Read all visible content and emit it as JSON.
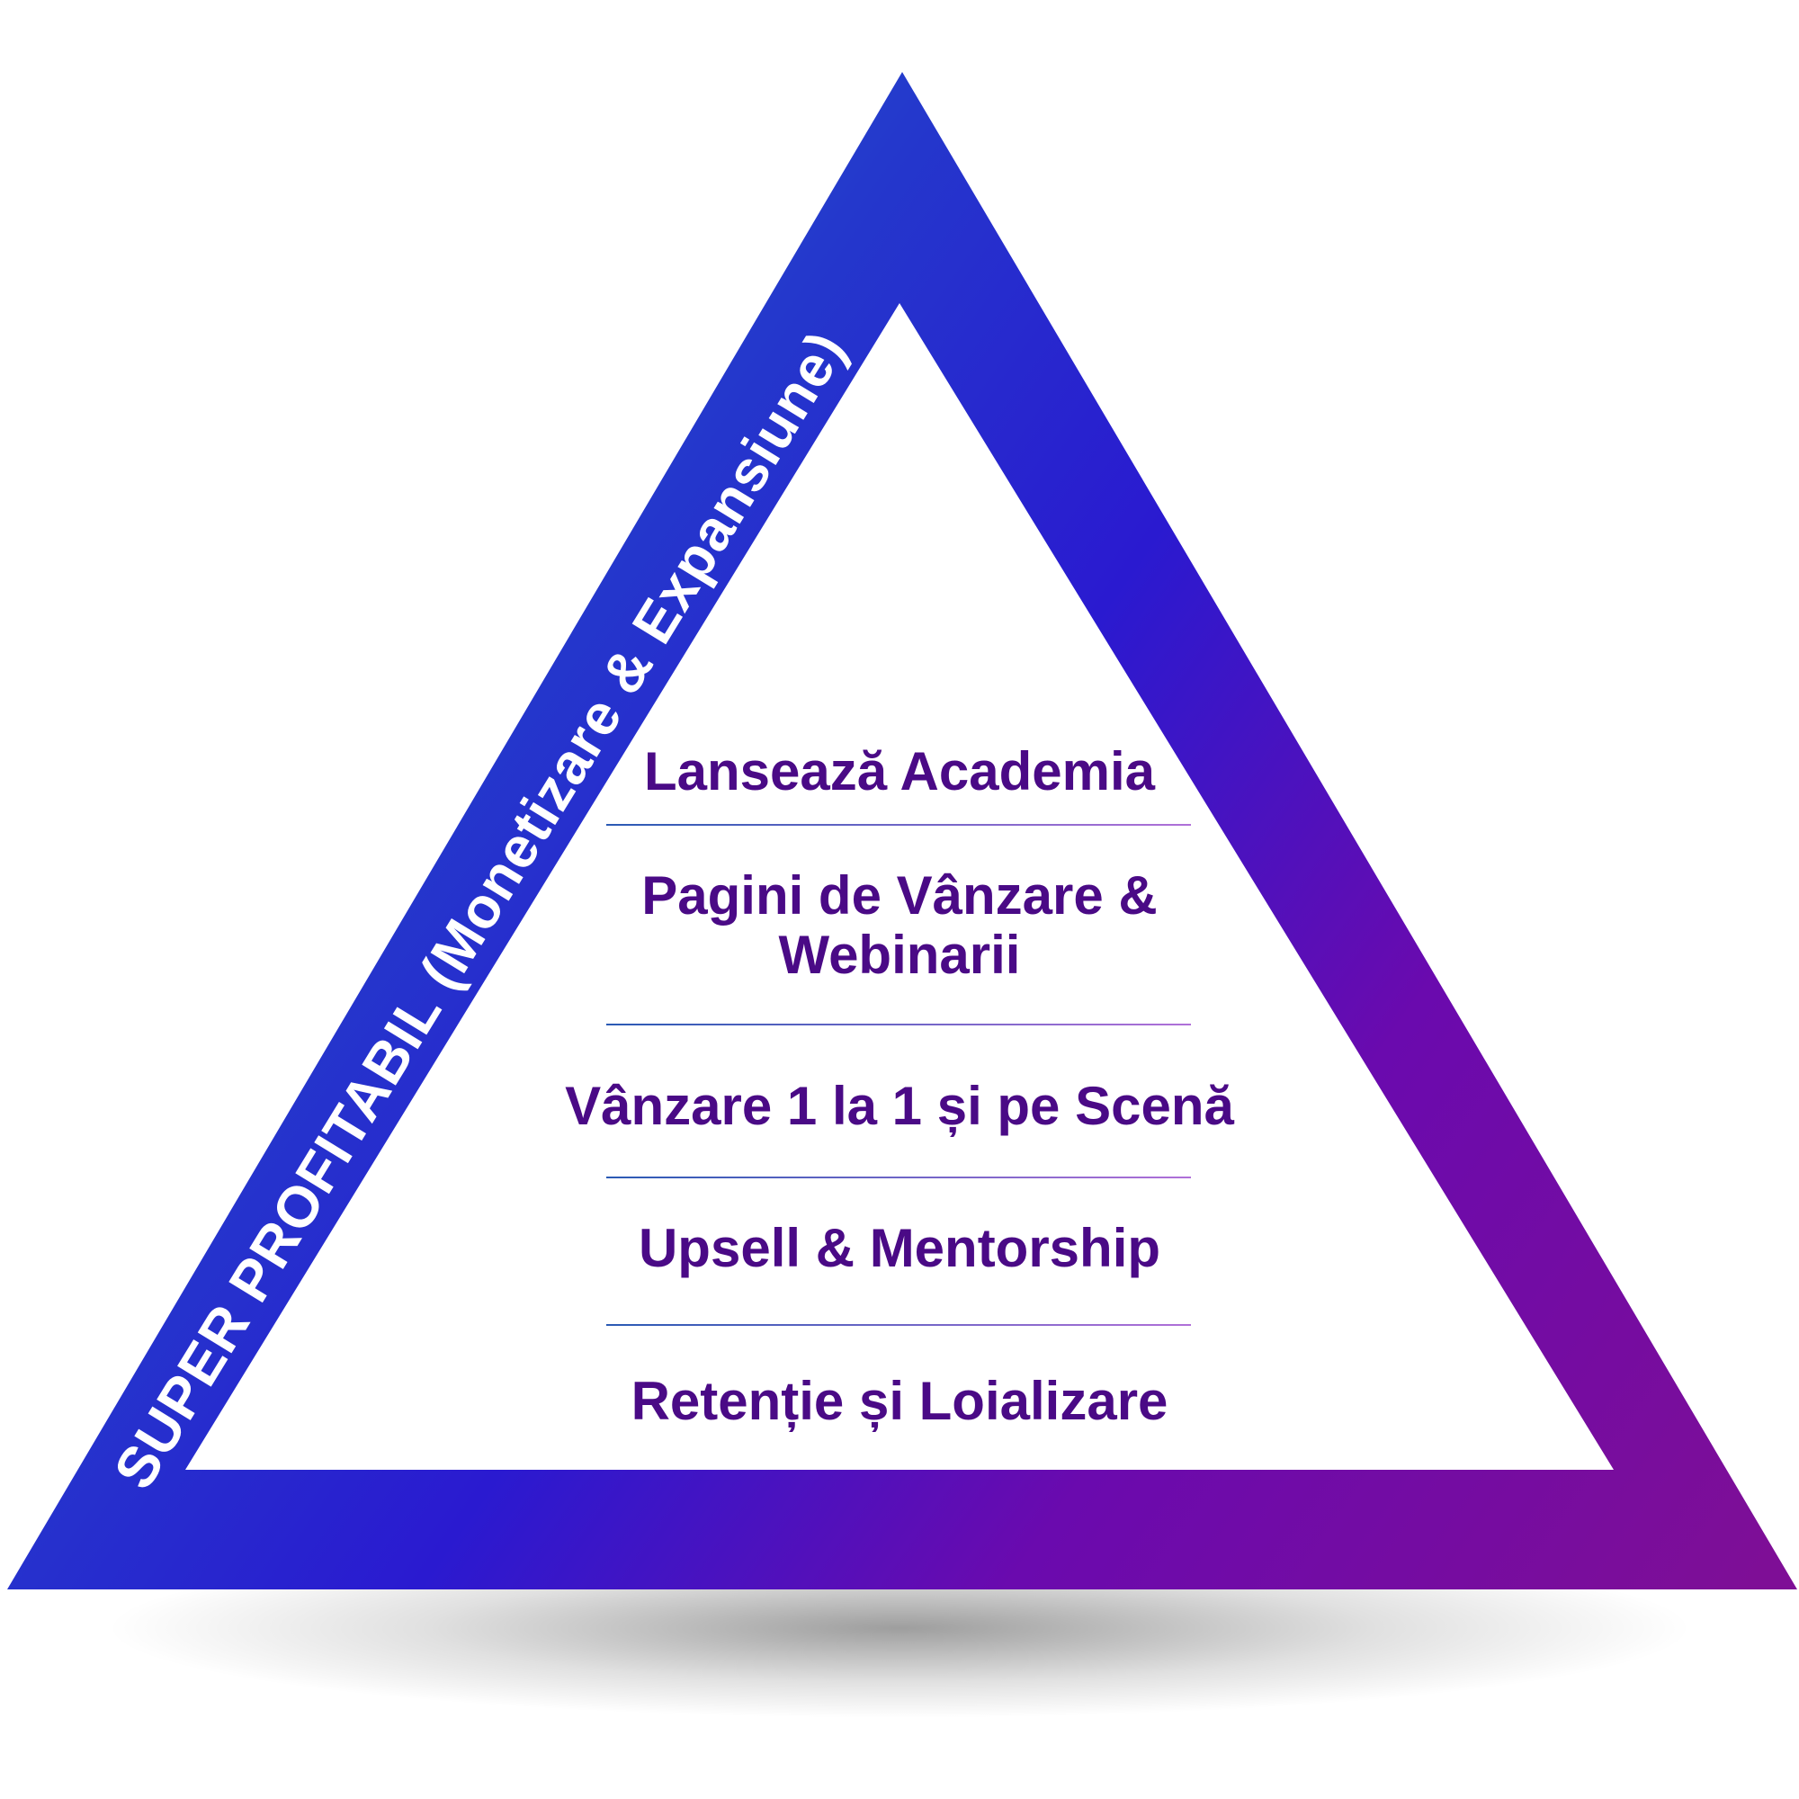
{
  "diagram": {
    "side_label": "SUPER PROFITABIL (Monetizare & Expansiune)",
    "items": [
      {
        "lines": [
          "Lansează Academia"
        ]
      },
      {
        "lines": [
          "Pagini de Vânzare &",
          "Webinarii"
        ]
      },
      {
        "lines": [
          "Vânzare 1 la 1 și pe Scenă"
        ]
      },
      {
        "lines": [
          "Upsell & Mentorship"
        ]
      },
      {
        "lines": [
          "Retenție și Loializare"
        ]
      }
    ],
    "colors": {
      "gradient_blue": "#1a0ad6",
      "gradient_teal": "#2a7fc4",
      "gradient_purple": "#6a0aa0",
      "gradient_magenta": "#7e0e96",
      "text_purple": "#4a0a86",
      "side_text": "#ffffff"
    }
  }
}
